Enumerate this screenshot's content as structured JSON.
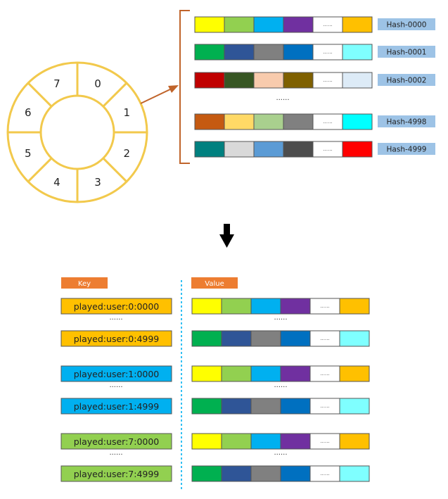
{
  "ring": {
    "segments": [
      "0",
      "1",
      "2",
      "3",
      "4",
      "5",
      "6",
      "7"
    ],
    "color": "#F2C94C"
  },
  "arrow_color": "#C0642B",
  "hash_rows": [
    {
      "label": "Hash-0000",
      "cells": [
        "#FFFF00",
        "#92D050",
        "#00B0F0",
        "#7030A0",
        "dots",
        "#FFC000"
      ]
    },
    {
      "label": "Hash-0001",
      "cells": [
        "#00B050",
        "#2F5597",
        "#808080",
        "#0070C0",
        "dots",
        "#7FFFFF"
      ]
    },
    {
      "label": "Hash-0002",
      "cells": [
        "#C00000",
        "#375623",
        "#F8CBAD",
        "#7F6000",
        "dots",
        "#DDEBF7"
      ]
    },
    {
      "label": "Hash-4998",
      "cells": [
        "#C55A11",
        "#FFD966",
        "#A9D08E",
        "#808080",
        "dots",
        "#00FFFF"
      ]
    },
    {
      "label": "Hash-4999",
      "cells": [
        "#00807F",
        "#D9D9D9",
        "#5B9BD5",
        "#4D4D4D",
        "dots",
        "#FF0000"
      ]
    }
  ],
  "hash_label_bg": "#9DC3E6",
  "cell_dots": "......",
  "ellipsis": "......",
  "key_header": "Key",
  "value_header": "Value",
  "header_bg": "#ED7D31",
  "kv_rows": [
    {
      "key": "played:user:0:0000",
      "key_bg": "#FFC000",
      "cells": [
        "#FFFF00",
        "#92D050",
        "#00B0F0",
        "#7030A0",
        "dots",
        "#FFC000"
      ]
    },
    {
      "key": "played:user:0:4999",
      "key_bg": "#FFC000",
      "cells": [
        "#00B050",
        "#2F5597",
        "#808080",
        "#0070C0",
        "dots",
        "#7FFFFF"
      ]
    },
    {
      "key": "played:user:1:0000",
      "key_bg": "#00B0F0",
      "cells": [
        "#FFFF00",
        "#92D050",
        "#00B0F0",
        "#7030A0",
        "dots",
        "#FFC000"
      ]
    },
    {
      "key": "played:user:1:4999",
      "key_bg": "#00B0F0",
      "cells": [
        "#00B050",
        "#2F5597",
        "#808080",
        "#0070C0",
        "dots",
        "#7FFFFF"
      ]
    },
    {
      "key": "played:user:7:0000",
      "key_bg": "#92D050",
      "cells": [
        "#FFFF00",
        "#92D050",
        "#00B0F0",
        "#7030A0",
        "dots",
        "#FFC000"
      ]
    },
    {
      "key": "played:user:7:4999",
      "key_bg": "#92D050",
      "cells": [
        "#00B050",
        "#2F5597",
        "#808080",
        "#0070C0",
        "dots",
        "#7FFFFF"
      ]
    }
  ],
  "divider_color": "#00B0F0"
}
